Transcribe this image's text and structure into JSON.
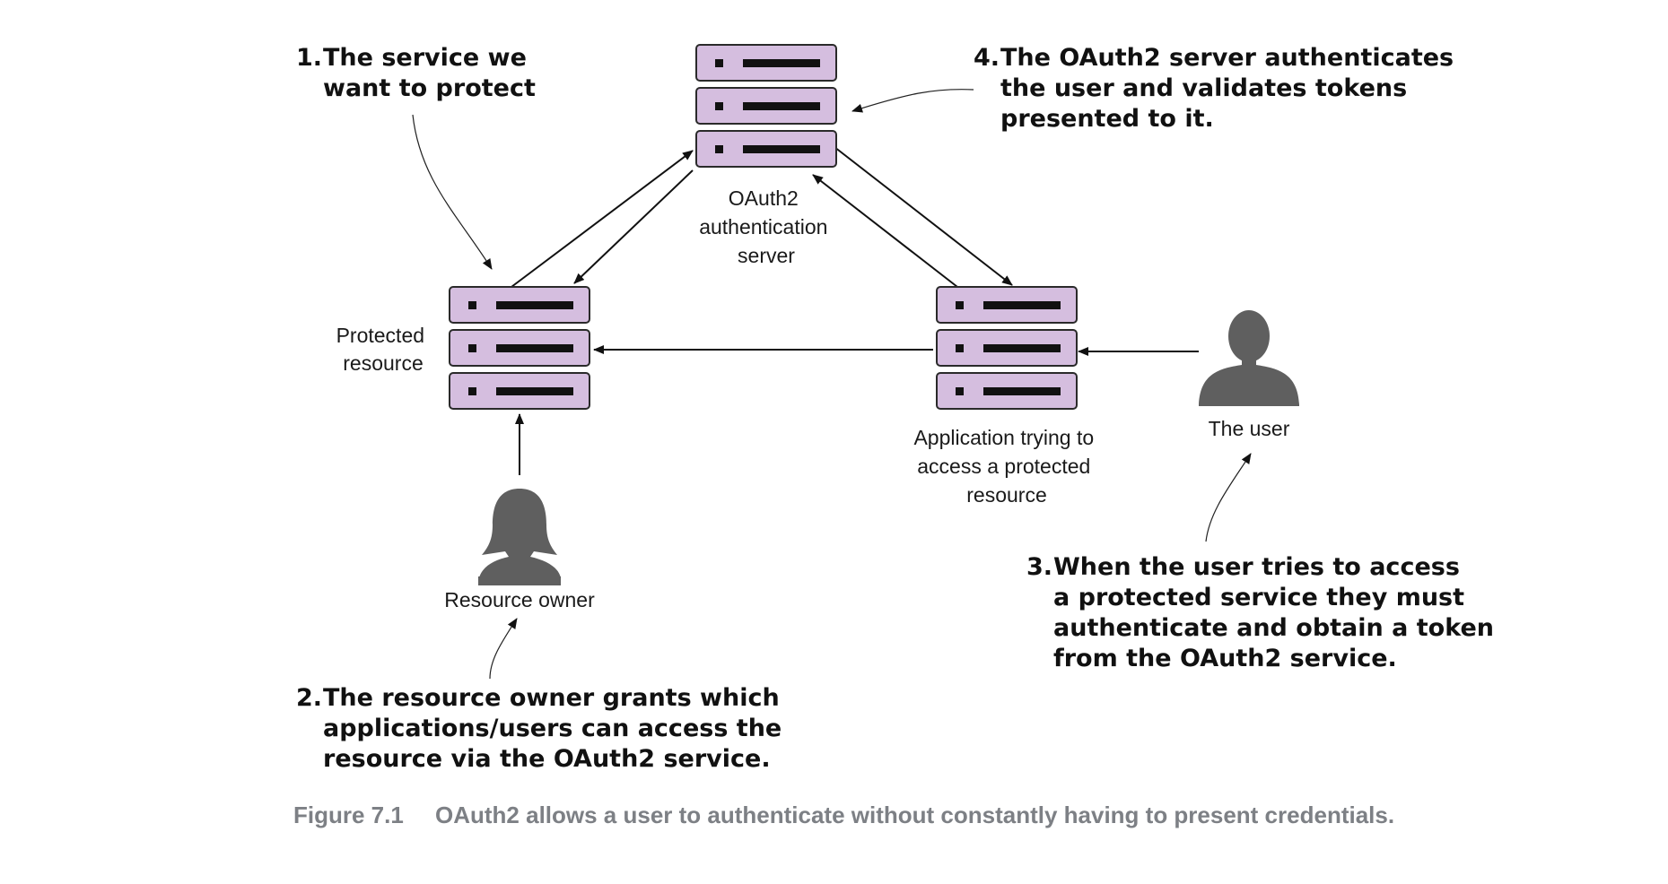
{
  "colors": {
    "server_fill": "#d5bedf",
    "server_stroke": "#2a2a2a",
    "server_bar": "#111111",
    "person_fill": "#5f5f5f",
    "caption_text": "#7d8085",
    "line": "#111111"
  },
  "nodes": {
    "auth_server": {
      "icon": "server-stack-icon",
      "label": [
        "OAuth2",
        "authentication",
        "server"
      ]
    },
    "protected_resource": {
      "icon": "server-stack-icon",
      "label": [
        "Protected",
        "resource"
      ]
    },
    "application": {
      "icon": "server-stack-icon",
      "label": [
        "Application trying to",
        "access a protected",
        "resource"
      ]
    },
    "resource_owner": {
      "icon": "person-female-icon",
      "label": [
        "Resource owner"
      ]
    },
    "user": {
      "icon": "person-male-icon",
      "label": [
        "The user"
      ]
    }
  },
  "callouts": {
    "c1": {
      "number": "1.",
      "lines": [
        "The service we",
        "want to protect"
      ]
    },
    "c2": {
      "number": "2.",
      "lines": [
        "The resource owner grants which",
        "applications/users can access the",
        "resource via the OAuth2 service."
      ]
    },
    "c3": {
      "number": "3.",
      "lines": [
        "When the user tries to access",
        "a protected service they must",
        "authenticate and obtain a token",
        "from the OAuth2 service."
      ]
    },
    "c4": {
      "number": "4.",
      "lines": [
        "The OAuth2 server authenticates",
        "the user and validates tokens",
        "presented to it."
      ]
    }
  },
  "caption": {
    "figure_number": "Figure 7.1",
    "text": "OAuth2 allows a user to authenticate without constantly having to present credentials."
  }
}
